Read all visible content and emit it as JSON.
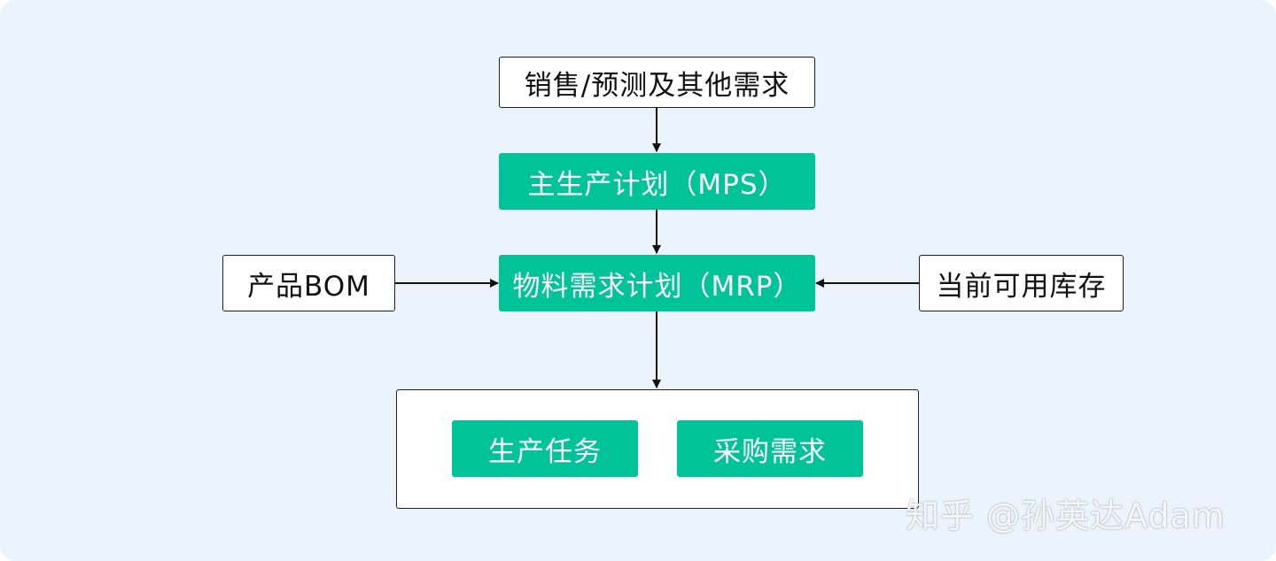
{
  "nodes": {
    "demand": "销售/预测及其他需求",
    "mps": "主生产计划（MPS）",
    "bom": "产品BOM",
    "mrp": "物料需求计划（MRP）",
    "inventory": "当前可用库存",
    "production_task": "生产任务",
    "purchase_demand": "采购需求"
  },
  "edges": [
    {
      "from": "demand",
      "to": "mps"
    },
    {
      "from": "mps",
      "to": "mrp"
    },
    {
      "from": "bom",
      "to": "mrp"
    },
    {
      "from": "inventory",
      "to": "mrp"
    },
    {
      "from": "mrp",
      "to": "output_group"
    }
  ],
  "watermark": "知乎 @孙英达Adam",
  "colors": {
    "background": "#ebf3fc",
    "accent_green": "#00c39a",
    "box_border": "#1f1f1f",
    "arrow": "#111111"
  }
}
